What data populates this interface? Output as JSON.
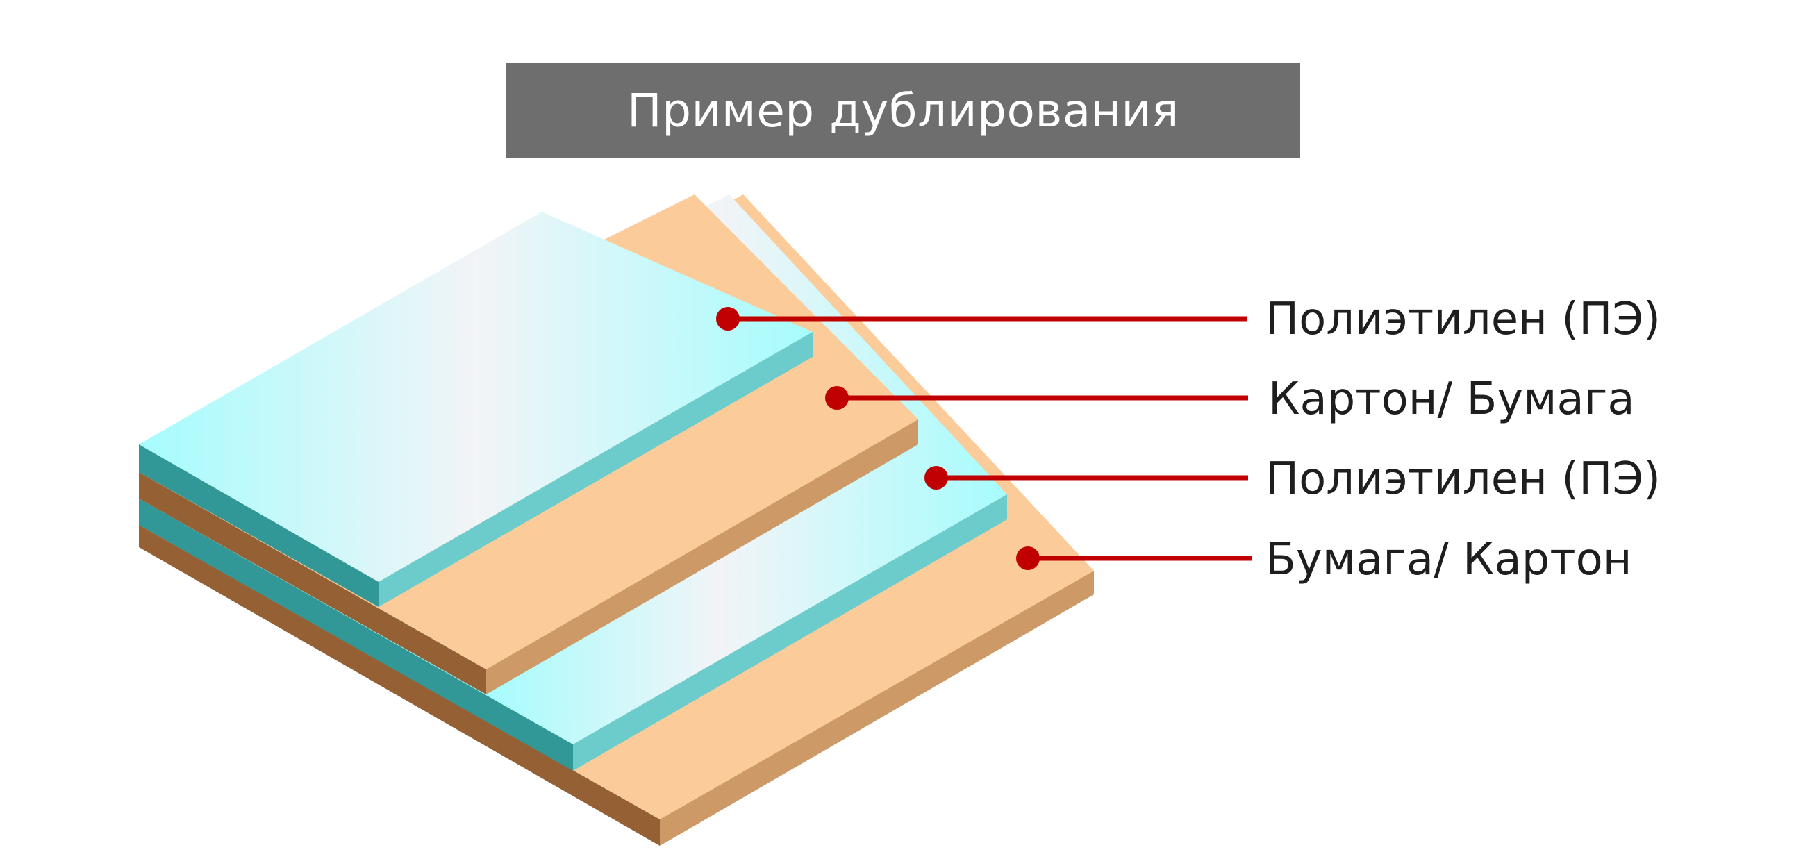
{
  "title": "Пример дублирования",
  "layers": [
    {
      "label": "Полиэтилен (ПЭ)",
      "material": "polyethylene"
    },
    {
      "label": "Картон/ Бумага",
      "material": "cardboard"
    },
    {
      "label": "Полиэтилен (ПЭ)",
      "material": "polyethylene"
    },
    {
      "label": "Бумага/ Картон",
      "material": "paper"
    }
  ],
  "colors": {
    "title_background": "#6e6e6e",
    "title_text": "#ffffff",
    "pe_top_light": "#a6fcfd",
    "pe_top_white": "#f2f4f7",
    "pe_front": "#329897",
    "pe_side": "#6ccccc",
    "paper_top": "#fbcb99",
    "paper_front": "#956134",
    "paper_side": "#cd9966",
    "leader_line": "#c00000",
    "label_text": "#1e1e1e"
  }
}
